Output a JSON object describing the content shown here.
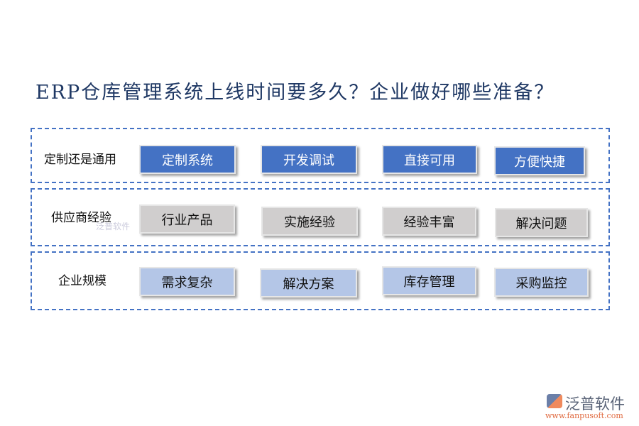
{
  "title": "ERP仓库管理系统上线时间要多久？企业做好哪些准备？",
  "groups": [
    {
      "label": "定制还是通用",
      "items": [
        "定制系统",
        "开发调试",
        "直接可用",
        "方便快捷"
      ]
    },
    {
      "label": "供应商经验",
      "items": [
        "行业产品",
        "实施经验",
        "经验丰富",
        "解决问题"
      ]
    },
    {
      "label": "企业规模",
      "items": [
        "需求复杂",
        "解决方案",
        "库存管理",
        "采购监控"
      ]
    }
  ],
  "colors": {
    "title": "#1f3864",
    "row1": "#4472c4",
    "row2": "#d0cece",
    "row3": "#b4c6e7",
    "border": "#4472c4"
  },
  "watermark": "泛普软件",
  "logo": {
    "name": "泛普软件",
    "url": "www.fanpusoft.com"
  }
}
